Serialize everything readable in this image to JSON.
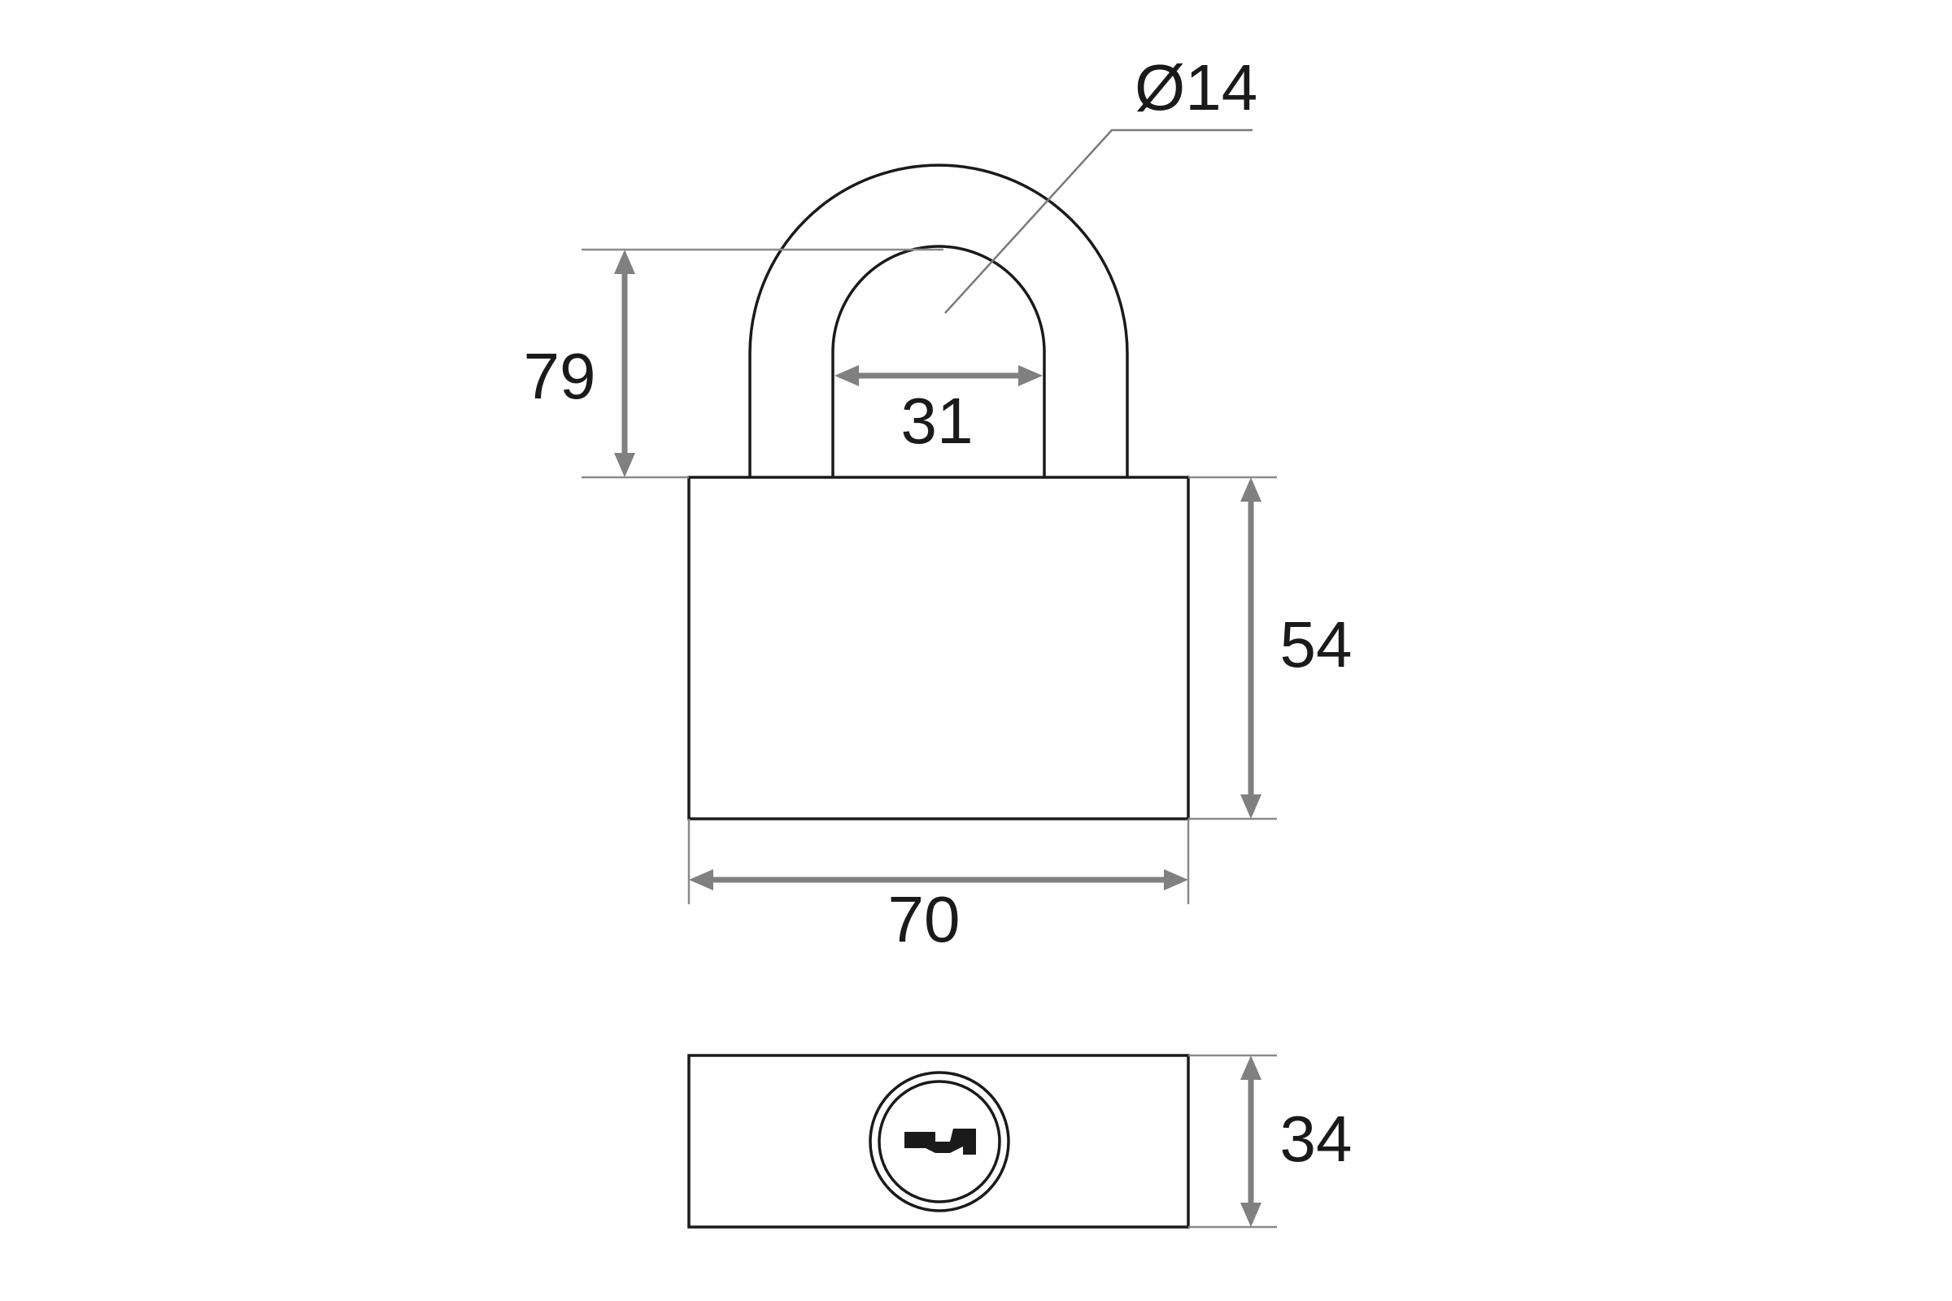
{
  "dimensions": {
    "shackle_diameter": "Ø14",
    "shackle_clearance_height": "79",
    "shackle_inner_width": "31",
    "body_height": "54",
    "body_width": "70",
    "body_depth": "34"
  },
  "colors": {
    "outline": "#1a1a1a",
    "dimension": "#808080",
    "background": "#ffffff"
  }
}
